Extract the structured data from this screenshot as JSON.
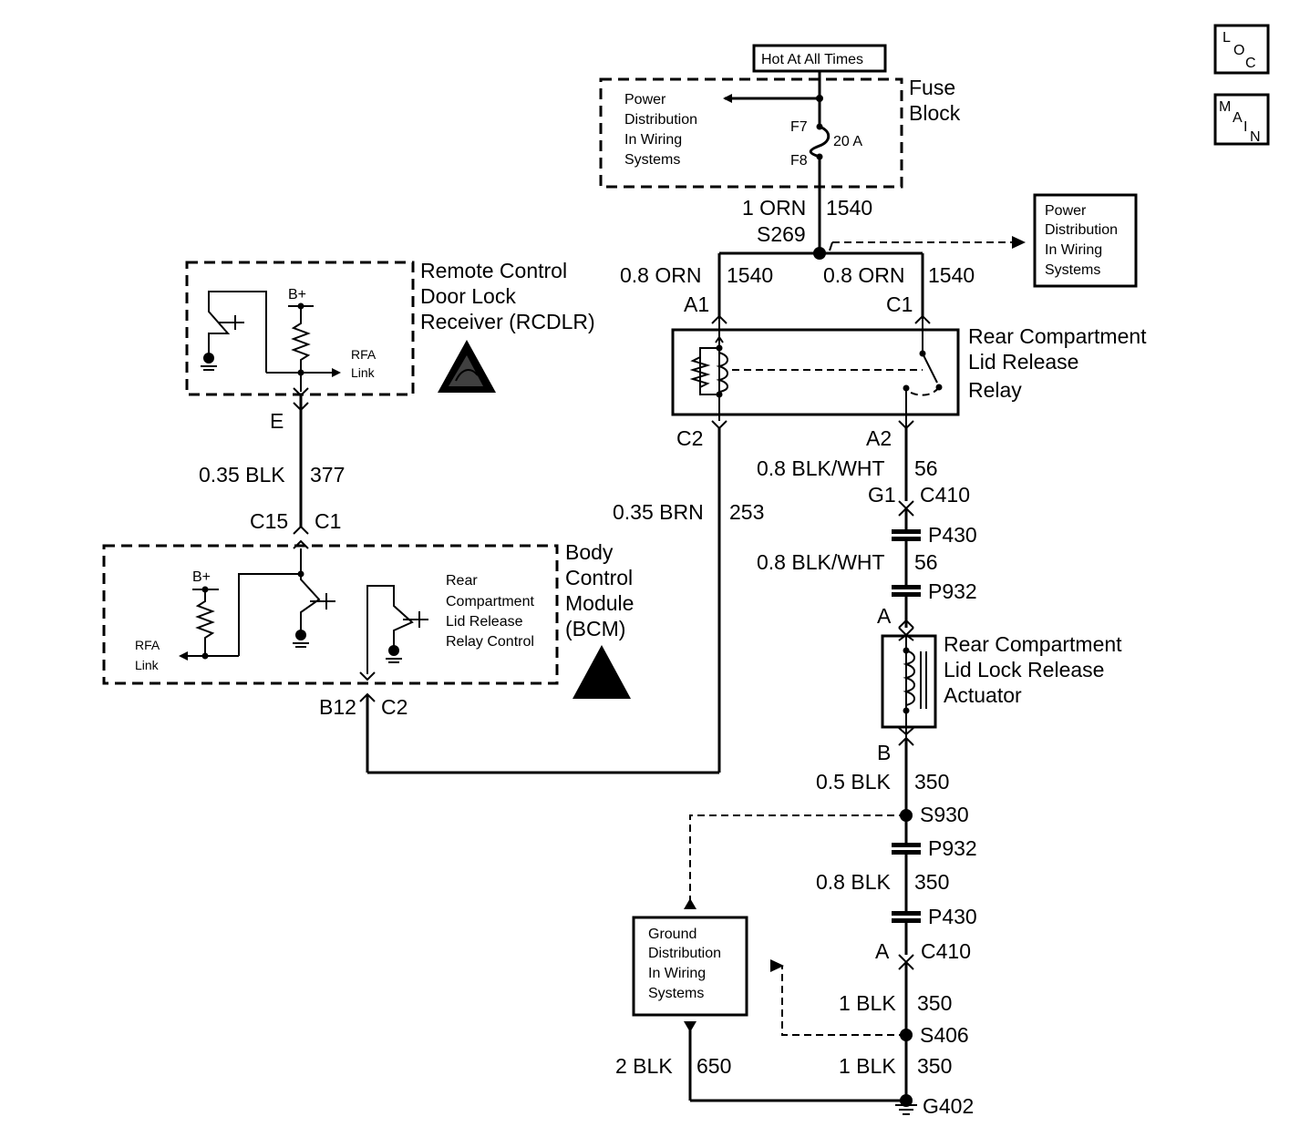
{
  "nav": {
    "loc": [
      "L",
      "O",
      "C"
    ],
    "main": [
      "M",
      "A",
      "I",
      "N"
    ]
  },
  "fuse_block": {
    "hot_label": "Hot At All Times",
    "title": [
      "Fuse",
      "Block"
    ],
    "pd_text": [
      "Power",
      "Distribution",
      "In Wiring",
      "Systems"
    ],
    "f7": "F7",
    "f8": "F8",
    "rating": "20 A"
  },
  "wires": {
    "w_1orn": "1 ORN",
    "c1540a": "1540",
    "s269": "S269",
    "w_08orn_a": "0.8 ORN",
    "c1540b": "1540",
    "w_08orn_b": "0.8 ORN",
    "c1540c": "1540",
    "a1": "A1",
    "c1": "C1",
    "c2_relay": "C2",
    "a2": "A2",
    "w_08blkwht_a": "0.8 BLK/WHT",
    "c56a": "56",
    "g1": "G1",
    "c410a": "C410",
    "p430a": "P430",
    "w_08blkwht_b": "0.8 BLK/WHT",
    "c56b": "56",
    "p932a": "P932",
    "a_act": "A",
    "b_act": "B",
    "w_05blk": "0.5 BLK",
    "c350a": "350",
    "s930": "S930",
    "p932b": "P932",
    "w_08blk": "0.8 BLK",
    "c350b": "350",
    "p430b": "P430",
    "a_c410": "A",
    "c410b": "C410",
    "w_1blk_a": "1 BLK",
    "c350c": "350",
    "s406": "S406",
    "w_1blk_b": "1 BLK",
    "c350d": "350",
    "w_2blk": "2 BLK",
    "c650": "650",
    "g402": "G402",
    "e": "E",
    "w_035blk": "0.35 BLK",
    "c377": "377",
    "c15": "C15",
    "c1_bcm": "C1",
    "w_035brn": "0.35 BRN",
    "c253": "253",
    "b12": "B12",
    "c2_bcm": "C2"
  },
  "power_dist_box": [
    "Power",
    "Distribution",
    "In Wiring",
    "Systems"
  ],
  "ground_dist_box": [
    "Ground",
    "Distribution",
    "In Wiring",
    "Systems"
  ],
  "rcdlr": {
    "title": [
      "Remote Control",
      "Door Lock",
      "Receiver (RCDLR)"
    ],
    "bplus": "B+",
    "rfa": [
      "RFA",
      "Link"
    ]
  },
  "bcm": {
    "title": [
      "Body",
      "Control",
      "Module",
      "(BCM)"
    ],
    "bplus": "B+",
    "rfa": [
      "RFA",
      "Link"
    ],
    "relay_ctrl": [
      "Rear",
      "Compartment",
      "Lid Release",
      "Relay Control"
    ]
  },
  "relay": {
    "title": [
      "Rear Compartment",
      "Lid Release",
      "Relay"
    ]
  },
  "actuator": {
    "title": [
      "Rear Compartment",
      "Lid Lock Release",
      "Actuator"
    ]
  }
}
